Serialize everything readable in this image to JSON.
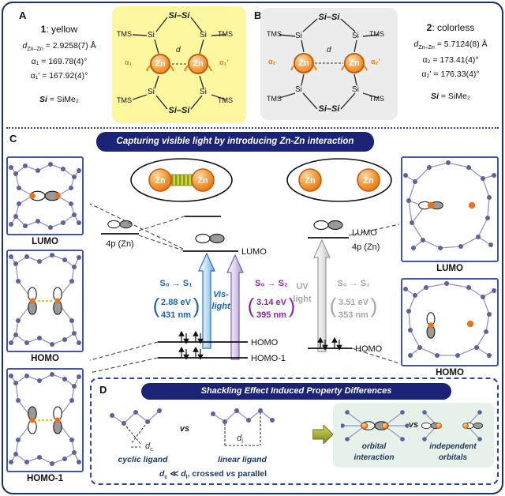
{
  "misc": {
    "zn": "Zn",
    "lparen": "(",
    "rparen": ")"
  },
  "panelA": {
    "label": "A",
    "title_num": "1",
    "title_rest": ": yellow",
    "d_sym": "d",
    "d_sub": "Zn–Zn",
    "d_val": " = 2.9258(7) Å",
    "alpha1": "α₁ = 169.78(4)°",
    "alpha1p": "α₁' = 167.92(4)°",
    "si_sym": "Si",
    "si_rest": " = SiMe₂",
    "mol": {
      "sisi": "Si–Si",
      "si": "Si",
      "tms": "TMS",
      "d": "d",
      "alpha": "α₁",
      "alphap": "α₁'"
    }
  },
  "panelB": {
    "label": "B",
    "title_num": "2",
    "title_rest": ": colorless",
    "d_sym": "d",
    "d_sub": "Zn–Zn",
    "d_val": " = 5.7124(8) Å",
    "alpha1": "α₂ = 173.41(4)°",
    "alpha1p": "α₂' = 176.33(4)°",
    "si_sym": "Si",
    "si_rest": " = SiMe₂",
    "mol": {
      "sisi": "Si–Si",
      "si": "Si",
      "tms": "TMS",
      "d": "d",
      "alpha": "α₂",
      "alphap": "α₂'"
    }
  },
  "panelC": {
    "label": "C",
    "banner": "Capturing visible light by introducing Zn-Zn interaction",
    "left_box_labels": [
      "LUMO",
      "HOMO",
      "HOMO-1"
    ],
    "right_box_labels": [
      "LUMO",
      "HOMO"
    ],
    "d1": {
      "fourp": "4p (Zn)",
      "lumo": "LUMO",
      "homo": "HOMO",
      "homo1": "HOMO-1",
      "s1": "S₀ → S₁",
      "s1_ev": "2.88 eV",
      "s1_nm": "431 nm",
      "s2": "S₀ → S₂",
      "s2_ev": "3.14 eV",
      "s2_nm": "395 nm",
      "arrow1a": "Vis-",
      "arrow1b": "light"
    },
    "d2": {
      "fourp": "4p (Zn)",
      "lumo": "LUMO",
      "homo": "HOMO",
      "s1": "S₀ → S₁",
      "s1_ev": "3.51 eV",
      "s1_nm": "353 nm",
      "arrowa": "UV",
      "arrowb": "light"
    }
  },
  "panelD": {
    "label": "D",
    "banner": "Shackling Effect Induced Property Differences",
    "vs": "vs",
    "dc_d": "d",
    "dc_sub": "c",
    "dl_d": "d",
    "dl_sub": "l",
    "cyclic": "cyclic ligand",
    "linear": "linear ligand",
    "cmp_rel": " ≪ ",
    "cmp_rest1": ", crossed ",
    "cmp_vs": "vs",
    "cmp_rest2": " parallel",
    "orbital1": "orbital",
    "orbital2": "interaction",
    "indep1": "independent",
    "indep2": "orbitals",
    "vs2": "vs"
  }
}
